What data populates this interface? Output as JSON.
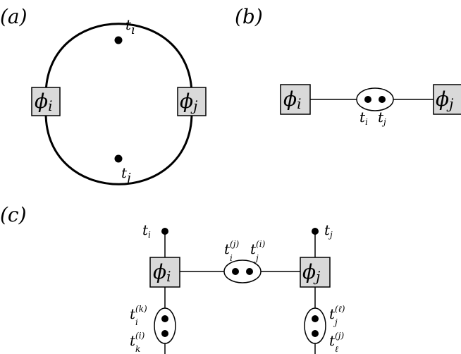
{
  "panels": {
    "a": {
      "label": "(a)",
      "factor_i": {
        "name": "ϕ",
        "sub": "i"
      },
      "factor_j": {
        "name": "ϕ",
        "sub": "j"
      },
      "top_var": {
        "name": "t",
        "sub": "i"
      },
      "bottom_var": {
        "name": "t",
        "sub": "j"
      }
    },
    "b": {
      "label": "(b)",
      "factor_i": {
        "name": "ϕ",
        "sub": "i"
      },
      "factor_j": {
        "name": "ϕ",
        "sub": "j"
      },
      "left_var": {
        "name": "t",
        "sub": "i"
      },
      "right_var": {
        "name": "t",
        "sub": "j"
      }
    },
    "c": {
      "label": "(c)",
      "factor_i": {
        "name": "ϕ",
        "sub": "i"
      },
      "factor_j": {
        "name": "ϕ",
        "sub": "j"
      },
      "top_left_var": {
        "name": "t",
        "sub": "i"
      },
      "top_right_var": {
        "name": "t",
        "sub": "j"
      },
      "middle_left_var": {
        "name": "t",
        "sub": "i",
        "sup": "(j)"
      },
      "middle_right_var": {
        "name": "t",
        "sub": "j",
        "sup": "(i)"
      },
      "lower_left_top_var": {
        "name": "t",
        "sub": "i",
        "sup": "(k)"
      },
      "lower_left_bottom_var": {
        "name": "t",
        "sub": "k",
        "sup": "(i)"
      },
      "lower_right_top_var": {
        "name": "t",
        "sub": "j",
        "sup": "(ℓ)"
      },
      "lower_right_bottom_var": {
        "name": "t",
        "sub": "ℓ",
        "sup": "(j)"
      }
    }
  },
  "colors": {
    "factor_fill": "#d9d9d9",
    "stroke": "#000000",
    "background": "#ffffff"
  }
}
